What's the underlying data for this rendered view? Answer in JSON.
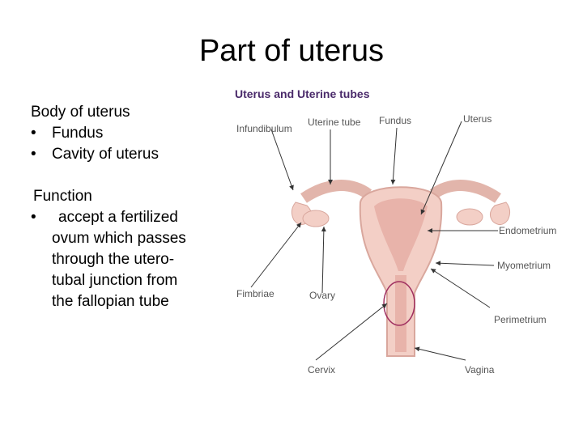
{
  "slide": {
    "title": "Part of uterus",
    "body_heading": "Body of uterus",
    "body_items": [
      "Fundus",
      "Cavity of uterus"
    ],
    "function_heading": "Function",
    "function_lines": [
      "accept a fertilized",
      "ovum which passes",
      "through the utero-",
      "tubal junction from",
      "the fallopian tube"
    ],
    "bullet": "•"
  },
  "diagram": {
    "title": "Uterus and Uterine tubes",
    "labels": {
      "infundibulum": "Infundibulum",
      "uterine_tube": "Uterine tube",
      "fundus": "Fundus",
      "uterus": "Uterus",
      "endometrium": "Endometrium",
      "myometrium": "Myometrium",
      "perimetrium": "Perimetrium",
      "fimbriae": "Fimbriae",
      "ovary": "Ovary",
      "cervix": "Cervix",
      "vagina": "Vagina"
    },
    "colors": {
      "tissue": "#f3cfc6",
      "outline": "#d9a79d",
      "inner": "#e8b3aa",
      "circle": "#a03060",
      "arrow": "#333333"
    }
  }
}
